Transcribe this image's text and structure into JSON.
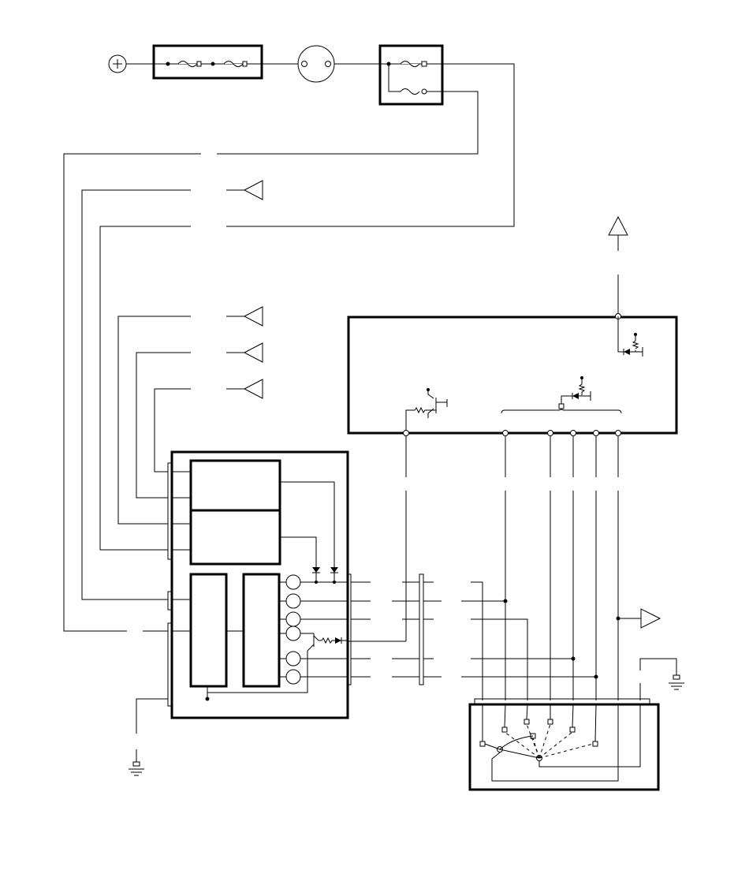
{
  "diagram": {
    "type": "wiring-schematic",
    "colors": {
      "line": "#000000",
      "background": "#ffffff"
    },
    "symbols": [
      "battery-positive",
      "fuse",
      "ignition-connector",
      "relay-fuse-box",
      "control-module",
      "relay-block",
      "switch-assembly",
      "ground"
    ],
    "text": []
  }
}
